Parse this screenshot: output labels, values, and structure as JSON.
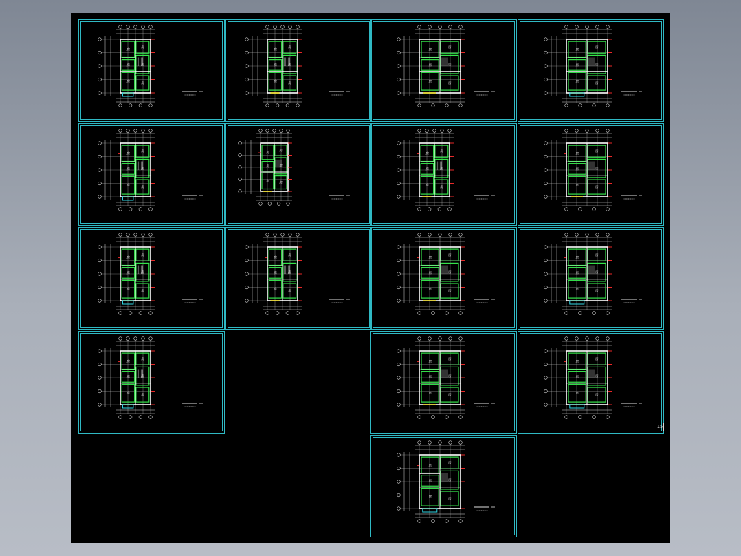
{
  "colors": {
    "background": "#000000",
    "border": "#2fb9c4",
    "wall": "#ffffff",
    "room": "#35e34b",
    "dimension": "#e0e0e0",
    "accent_red": "#ff2b2b",
    "accent_yellow": "#ffe600",
    "accent_cyan": "#2fd8e6"
  },
  "sheets": [
    {
      "id": "r1c1",
      "kind": "A"
    },
    {
      "id": "r1c2",
      "kind": "B"
    },
    {
      "id": "r1c3",
      "kind": "C"
    },
    {
      "id": "r1c4",
      "kind": "D"
    },
    {
      "id": "r2c1",
      "kind": "A"
    },
    {
      "id": "r2c2",
      "kind": "E"
    },
    {
      "id": "r2c3",
      "kind": "F"
    },
    {
      "id": "r2c4",
      "kind": "C"
    },
    {
      "id": "r3c1",
      "kind": "A"
    },
    {
      "id": "r3c2",
      "kind": "B"
    },
    {
      "id": "r3c3",
      "kind": "C"
    },
    {
      "id": "r3c4",
      "kind": "D"
    },
    {
      "id": "r4c1",
      "kind": "A"
    },
    {
      "id": "r4c3",
      "kind": "C"
    },
    {
      "id": "r4c4",
      "kind": "D"
    },
    {
      "id": "r5c3",
      "kind": "D"
    }
  ],
  "legend": {
    "box_label": "15"
  }
}
